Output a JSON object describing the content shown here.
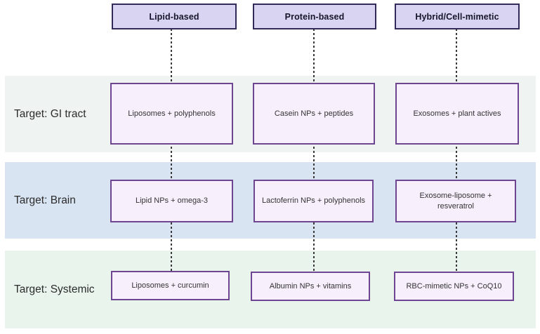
{
  "diagram": {
    "columns": [
      {
        "label": "Lipid-based"
      },
      {
        "label": "Protein-based"
      },
      {
        "label": "Hybrid/Cell-mimetic"
      }
    ],
    "rows": [
      {
        "label": "Target: GI tract",
        "cells": [
          "Liposomes + polyphenols",
          "Casein NPs + peptides",
          "Exosomes + plant actives"
        ]
      },
      {
        "label": "Target: Brain",
        "cells": [
          "Lipid NPs + omega-3",
          "Lactoferrin NPs + polyphenols",
          "Exosome-liposome +\nresveratrol"
        ]
      },
      {
        "label": "Target: Systemic",
        "cells": [
          "Liposomes + curcumin",
          "Albumin NPs + vitamins",
          "RBC-mimetic NPs + CoQ10"
        ]
      }
    ],
    "colors": {
      "header_fill": "#d9d4f1",
      "header_border": "#312b59",
      "cell_fill": "#f8effc",
      "cell_border": "#6d4590",
      "band_gi": "#eff3f1",
      "band_brain": "#d9e4f2",
      "band_systemic": "#e8f4ec",
      "connector": "#3a3a3a"
    }
  }
}
